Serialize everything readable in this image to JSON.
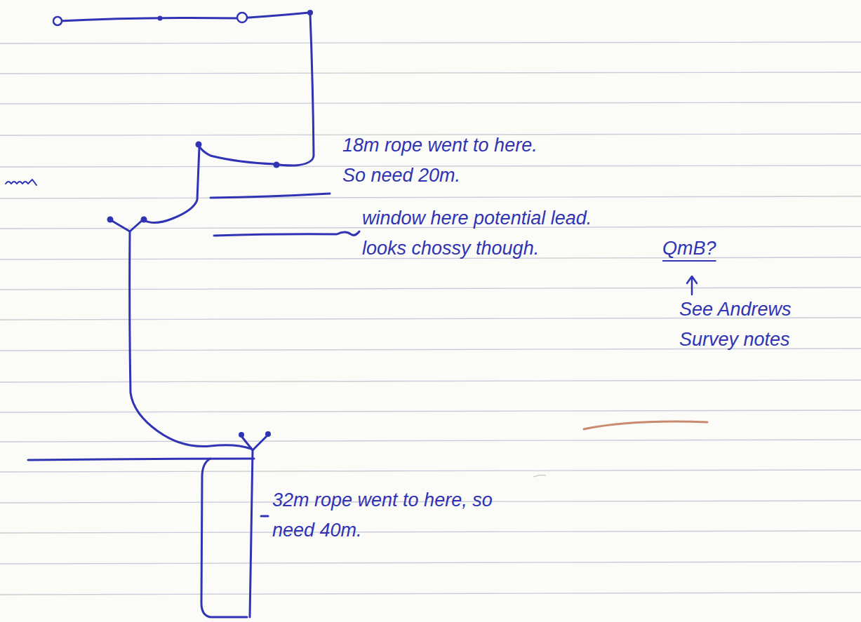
{
  "diagram": {
    "labels": [
      "18m rope went to here. So need 20m.",
      "window here potential lead. looks chossy though.",
      "QmB?",
      "See Andrews Survey notes",
      "32m rope went to here, so need 40m."
    ]
  }
}
